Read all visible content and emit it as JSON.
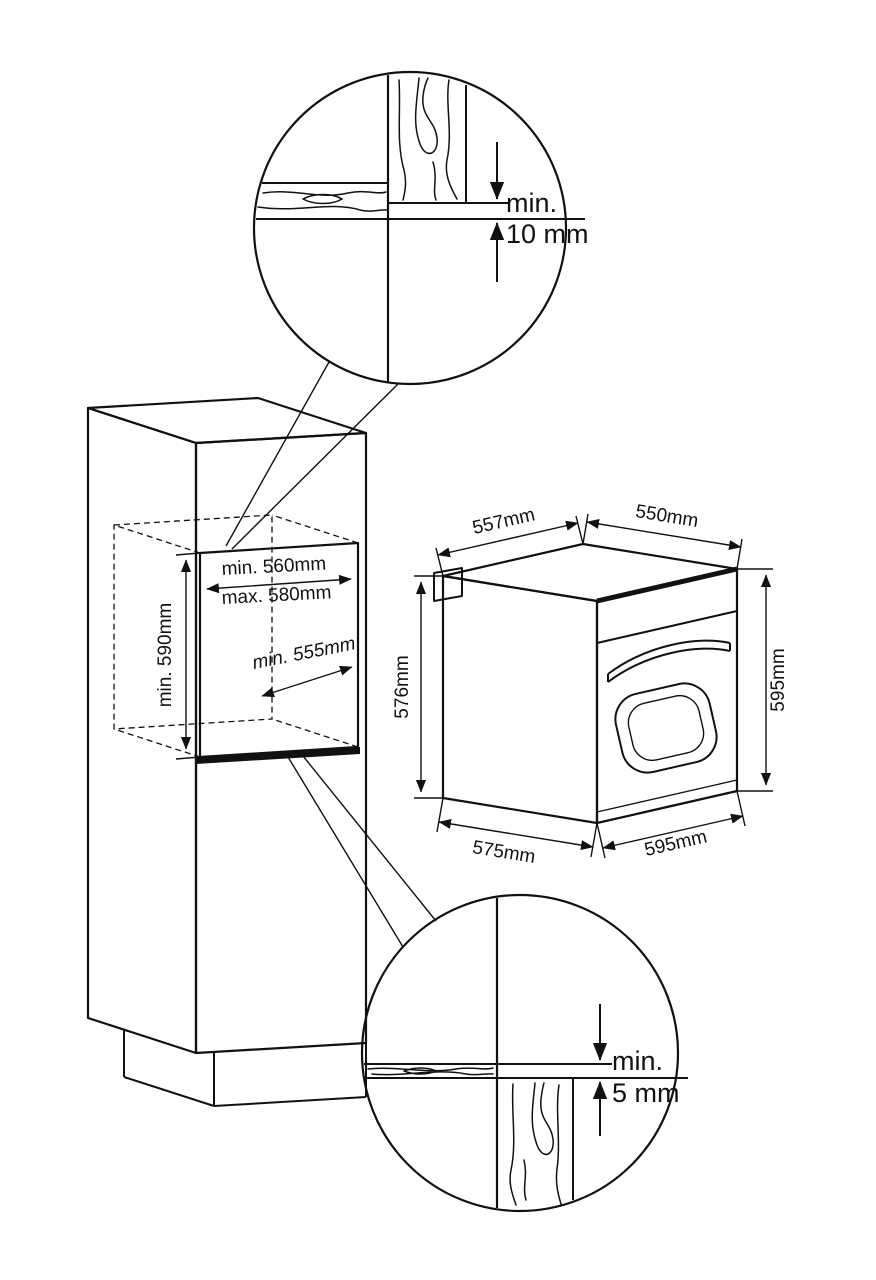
{
  "callouts": {
    "top": {
      "line1": "min.",
      "line2": "10 mm"
    },
    "bottom": {
      "line1": "min.",
      "line2": "5 mm"
    }
  },
  "cabinet": {
    "niche_width_min": "min. 560mm",
    "niche_width_max": "max. 580mm",
    "niche_height_min": "min. 590mm",
    "niche_depth_min": "min. 555mm"
  },
  "oven": {
    "top_depth": "557mm",
    "top_width": "550mm",
    "height_front": "576mm",
    "height_right": "595mm",
    "bottom_depth": "575mm",
    "bottom_width": "595mm"
  },
  "colors": {
    "line": "#111111",
    "background": "#ffffff"
  }
}
